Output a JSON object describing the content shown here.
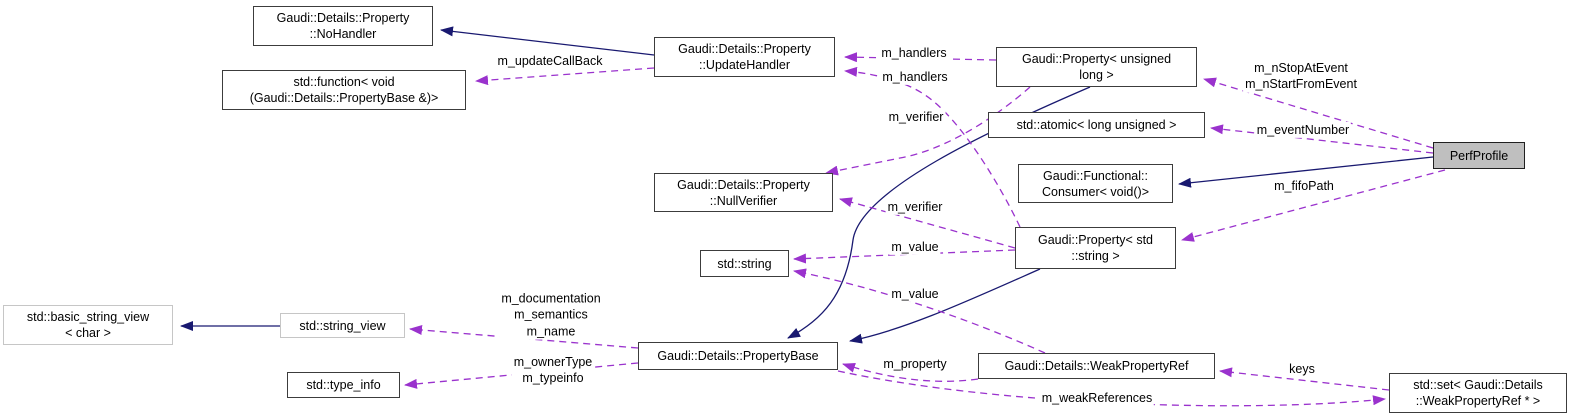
{
  "diagram": {
    "type": "class-collaboration-graph",
    "highlighted_node": "PerfProfile",
    "colors": {
      "background": "#ffffff",
      "inheritance_edge": "#191970",
      "usage_edge": "#9a32cd",
      "node_border": "#3c3c3c",
      "external_node_border": "#c6c6c6",
      "highlight_fill": "#bfbfbf",
      "text": "#000000"
    },
    "nodes": {
      "no_handler": {
        "label": "Gaudi::Details::Property\n::NoHandler"
      },
      "std_function": {
        "label": "std::function< void\n(Gaudi::Details::PropertyBase &)>"
      },
      "update_handler": {
        "label": "Gaudi::Details::Property\n::UpdateHandler"
      },
      "property_unsigned_long": {
        "label": "Gaudi::Property< unsigned\nlong >"
      },
      "std_atomic": {
        "label": "std::atomic< long unsigned >"
      },
      "functional_consumer": {
        "label": "Gaudi::Functional::\nConsumer< void()>"
      },
      "null_verifier": {
        "label": "Gaudi::Details::Property\n::NullVerifier"
      },
      "std_string": {
        "label": "std::string"
      },
      "property_std_string": {
        "label": "Gaudi::Property< std\n::string >"
      },
      "perf_profile": {
        "label": "PerfProfile",
        "highlighted": true
      },
      "basic_string_view": {
        "label": "std::basic_string_view\n< char >",
        "external": true
      },
      "string_view": {
        "label": "std::string_view",
        "external": true
      },
      "type_info": {
        "label": "std::type_info"
      },
      "property_base": {
        "label": "Gaudi::Details::PropertyBase"
      },
      "weak_property_ref": {
        "label": "Gaudi::Details::WeakPropertyRef"
      },
      "std_set": {
        "label": "std::set< Gaudi::Details\n::WeakPropertyRef * >"
      }
    },
    "edge_labels": {
      "update_callback": "m_updateCallBack",
      "handlers_1": "m_handlers",
      "handlers_2": "m_handlers",
      "verifier_1": "m_verifier",
      "verifier_2": "m_verifier",
      "stop_start_event": "m_nStopAtEvent\nm_nStartFromEvent",
      "event_number": "m_eventNumber",
      "fifo_path": "m_fifoPath",
      "value_1": "m_value",
      "value_2": "m_value",
      "doc_sem_name": "m_documentation\nm_semantics\nm_name",
      "owner_typeinfo": "m_ownerType\nm_typeinfo",
      "property": "m_property",
      "keys": "keys",
      "weak_references": "m_weakReferences"
    }
  }
}
